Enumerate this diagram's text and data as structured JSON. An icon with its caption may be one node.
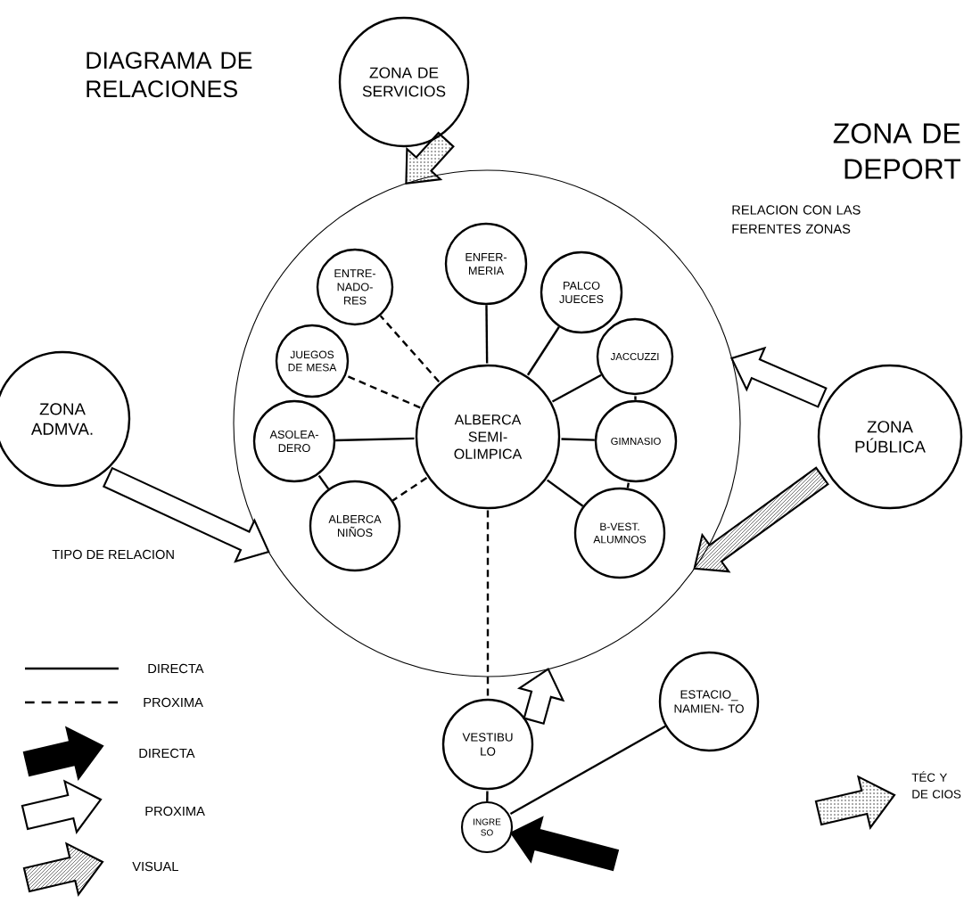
{
  "diagram": {
    "title": "DIAGRAMA DE RELACIONES",
    "nodes": [
      {
        "text": [
          "ZONA DE SERVICIOS"
        ]
      },
      {
        "text": [],
        "shape": "circle"
      },
      {
        "text": [
          "ENTRE- NADO- RES"
        ],
        "in": 1
      },
      {
        "text": [
          "ENFER- MERIA"
        ],
        "in": 1
      },
      {
        "text": [
          "PALCO JUECES"
        ],
        "in": 1
      },
      {
        "text": [
          "JUEGOS DE MESA"
        ],
        "in": 1
      },
      {
        "text": [
          "JACCUZZI"
        ],
        "in": 1
      },
      {
        "text": [
          "ALBERCA SEMI- OLIMPICA"
        ],
        "in": 1
      },
      {
        "text": [
          "ASOLEA- DERO"
        ],
        "in": 1
      },
      {
        "text": [
          "GIMNASIO"
        ],
        "in": 1
      },
      {
        "text": [
          "ALBERCA NIÑOS"
        ],
        "in": 1
      },
      {
        "text": [
          "B-VEST. ALUMNOS"
        ],
        "in": 1
      },
      {
        "text": [
          "ZONA ADMVA."
        ]
      },
      {
        "text": [
          "ZONA PÚBLICA"
        ]
      },
      {
        "text": [
          "VESTIBU LO"
        ]
      },
      {
        "text": [
          "ESTACIO_ NAMIEN- TO"
        ]
      },
      {
        "text": [
          "INGRE SO"
        ]
      }
    ],
    "edges": [
      {
        "from": 0,
        "to": 1,
        "arrow": "to"
      },
      {
        "from": 12,
        "to": 1,
        "arrow": "to"
      },
      {
        "from": 13,
        "to": 1,
        "arrow": "to"
      },
      {
        "from": 13,
        "to": 1,
        "arrow": "to"
      },
      {
        "from": 14,
        "to": 1,
        "arrow": "to"
      },
      {
        "from": null,
        "to": 16,
        "arrow": "to"
      },
      {
        "from": 7,
        "to": 2,
        "arrow": "none",
        "style": "dashed"
      },
      {
        "from": 7,
        "to": 3,
        "arrow": "none"
      },
      {
        "from": 7,
        "to": 4,
        "arrow": "none"
      },
      {
        "from": 7,
        "to": 5,
        "arrow": "none",
        "style": "dashed"
      },
      {
        "from": 7,
        "to": 6,
        "arrow": "none"
      },
      {
        "from": 7,
        "to": 8,
        "arrow": "none"
      },
      {
        "from": 7,
        "to": 9,
        "arrow": "none"
      },
      {
        "from": 7,
        "to": 10,
        "arrow": "none",
        "style": "dashed"
      },
      {
        "from": 7,
        "to": 11,
        "arrow": "none"
      },
      {
        "from": 7,
        "to": 14,
        "arrow": "none",
        "style": "dashed"
      },
      {
        "from": 6,
        "to": 9,
        "arrow": "none"
      },
      {
        "from": 9,
        "to": 11,
        "arrow": "none"
      },
      {
        "from": 8,
        "to": 10,
        "arrow": "none"
      },
      {
        "from": 14,
        "to": 16,
        "arrow": "none"
      },
      {
        "from": 16,
        "to": 15,
        "arrow": "none"
      }
    ],
    "labels": [
      "ZONA DE DEPORT",
      "RELACION CON LAS FERENTES ZONAS",
      "TIPO DE RELACION"
    ],
    "legend": [
      {
        "text": "DIRECTA"
      },
      {
        "text": "PROXIMA"
      },
      {
        "text": "DIRECTA"
      },
      {
        "text": "PROXIMA"
      },
      {
        "text": "VISUAL"
      },
      {
        "text": "TÉC Y DE CIOS"
      }
    ]
  }
}
